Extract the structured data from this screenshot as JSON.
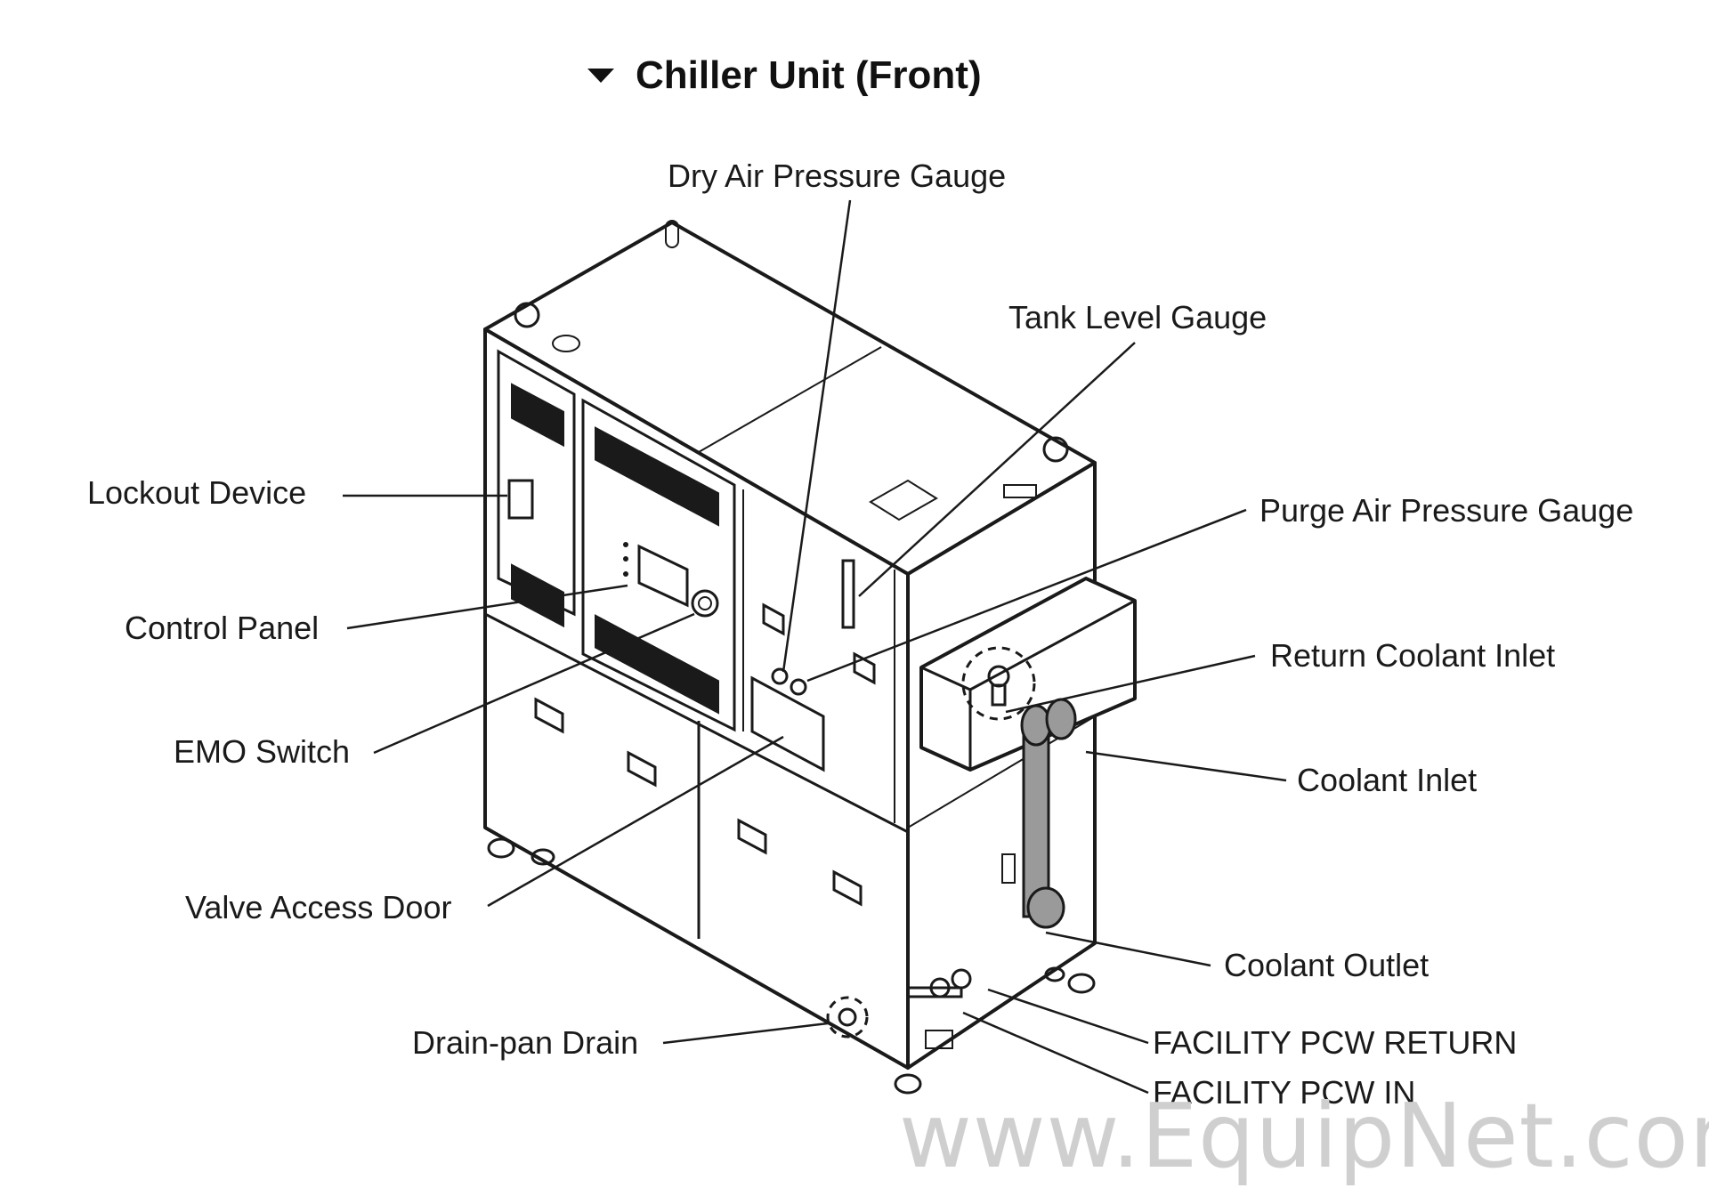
{
  "title": "Chiller Unit (Front)",
  "labels": {
    "dry_air_pressure_gauge": "Dry Air Pressure Gauge",
    "tank_level_gauge": "Tank Level Gauge",
    "lockout_device": "Lockout Device",
    "purge_air_pressure_gauge": "Purge Air Pressure Gauge",
    "control_panel": "Control Panel",
    "return_coolant_inlet": "Return Coolant Inlet",
    "emo_switch": "EMO Switch",
    "coolant_inlet": "Coolant Inlet",
    "valve_access_door": "Valve Access Door",
    "coolant_outlet": "Coolant Outlet",
    "drain_pan_drain": "Drain-pan Drain",
    "facility_pcw_return": "FACILITY PCW RETURN",
    "facility_pcw_in": "FACILITY PCW IN"
  },
  "watermark": "www.EquipNet.com"
}
